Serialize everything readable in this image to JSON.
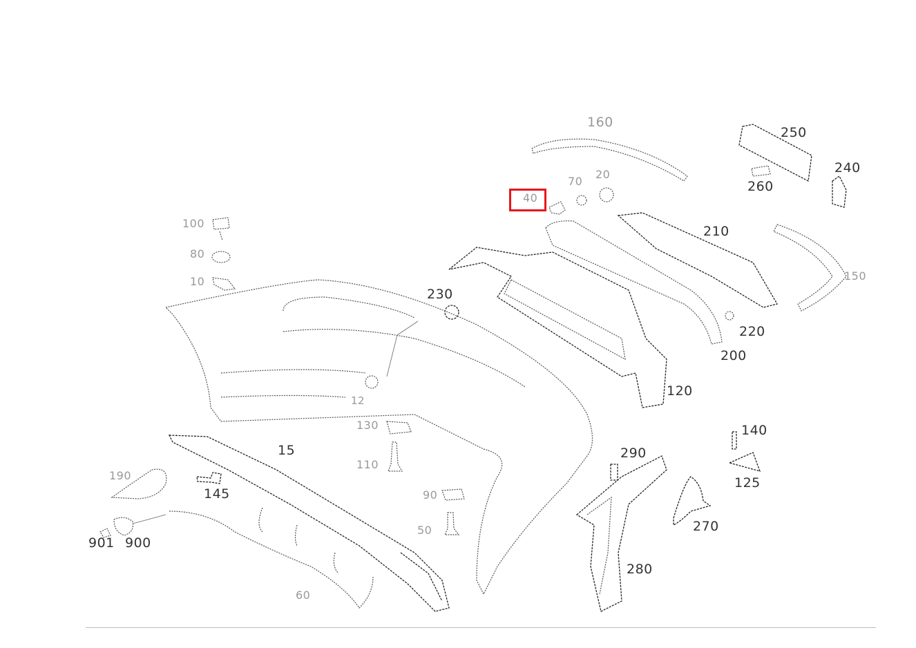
{
  "diagram": {
    "highlight_color": "#e8151b",
    "highlighted_label": "40",
    "labels": [
      {
        "id": "160",
        "faint": true
      },
      {
        "id": "250",
        "faint": false
      },
      {
        "id": "240",
        "faint": false
      },
      {
        "id": "260",
        "faint": false
      },
      {
        "id": "70",
        "faint": true
      },
      {
        "id": "20",
        "faint": true
      },
      {
        "id": "40",
        "faint": true
      },
      {
        "id": "210",
        "faint": false
      },
      {
        "id": "150",
        "faint": true
      },
      {
        "id": "230",
        "faint": false
      },
      {
        "id": "220",
        "faint": false
      },
      {
        "id": "200",
        "faint": false
      },
      {
        "id": "120",
        "faint": false
      },
      {
        "id": "100",
        "faint": true
      },
      {
        "id": "80",
        "faint": true
      },
      {
        "id": "10",
        "faint": true
      },
      {
        "id": "12",
        "faint": true
      },
      {
        "id": "130",
        "faint": true
      },
      {
        "id": "110",
        "faint": true
      },
      {
        "id": "15",
        "faint": false
      },
      {
        "id": "190",
        "faint": true
      },
      {
        "id": "145",
        "faint": false
      },
      {
        "id": "901",
        "faint": false
      },
      {
        "id": "900",
        "faint": false
      },
      {
        "id": "90",
        "faint": true
      },
      {
        "id": "50",
        "faint": true
      },
      {
        "id": "60",
        "faint": true
      },
      {
        "id": "290",
        "faint": false
      },
      {
        "id": "140",
        "faint": false
      },
      {
        "id": "125",
        "faint": false
      },
      {
        "id": "270",
        "faint": false
      },
      {
        "id": "280",
        "faint": false
      }
    ]
  }
}
